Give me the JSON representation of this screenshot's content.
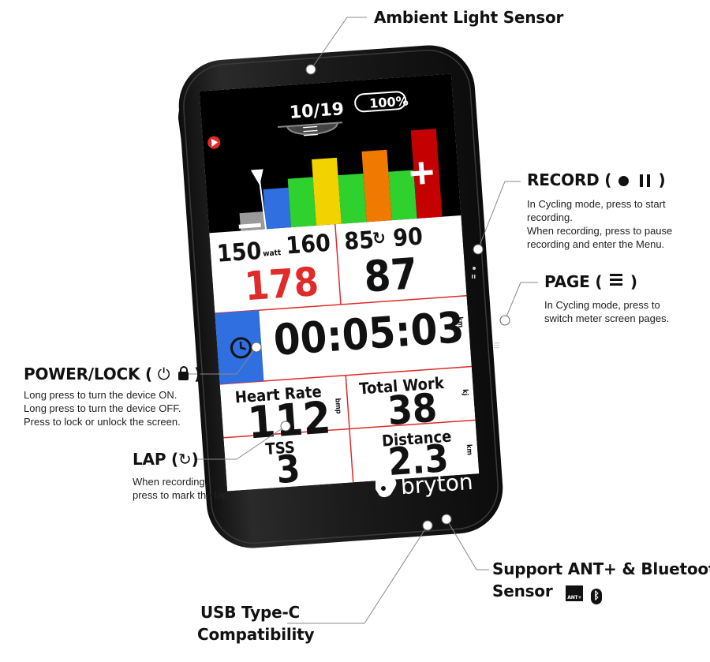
{
  "callouts": {
    "ambient_light": {
      "title": "Ambient Light Sensor"
    },
    "record": {
      "title": "RECORD (",
      "title_end": ")",
      "desc": "In Cycling mode, press to start\nrecording.\nWhen recording, press to pause\nrecording and enter the Menu."
    },
    "page": {
      "title": "PAGE (",
      "title_end": ")",
      "desc": "In Cycling mode, press to\nswitch meter screen pages."
    },
    "power": {
      "title": "POWER/LOCK (",
      "title_end": ")",
      "desc": "Long press to turn the device ON.\nLong press to turn the device OFF.\nPress to lock or unlock the screen."
    },
    "lap": {
      "title": "LAP (",
      "title_end": ")",
      "desc": "When recording,\npress to mark the lap."
    },
    "sensor": {
      "title_line1": "Support ANT+ & Bluetooth",
      "title_line2": "Sensor",
      "ant_label": "ANT+"
    },
    "usb": {
      "title_line1": "USB Type-C",
      "title_line2": "Compatibility"
    }
  },
  "screen": {
    "page_indicator": "10/19",
    "battery": "100%",
    "power_range_low": "150",
    "power_range_high": "160",
    "power_unit": "watt",
    "power_value": "178",
    "cadence_range_low": "85",
    "cadence_range_high": "90",
    "cadence_value": "87",
    "time_value": "00:05:03",
    "time_unit": "km",
    "hr_label": "Heart Rate",
    "hr_value": "112",
    "hr_unit": "bmp",
    "work_label": "Total Work",
    "work_value": "38",
    "work_unit": "kj",
    "tss_label": "TSS",
    "tss_value": "3",
    "distance_label": "Distance",
    "distance_value": "2.3",
    "distance_unit": "km",
    "zone_colors": [
      "#9a9a9a",
      "#2f6fe0",
      "#2fd12f",
      "#f2d200",
      "#2fd12f",
      "#f07a00",
      "#2fd12f",
      "#c40000"
    ],
    "zone_heights": [
      0.2,
      0.45,
      0.55,
      0.75,
      0.55,
      0.8,
      0.55,
      1.0
    ]
  },
  "brand": "bryton",
  "colors": {
    "accent_red": "#e12a2a",
    "blue": "#2f6fe0"
  }
}
